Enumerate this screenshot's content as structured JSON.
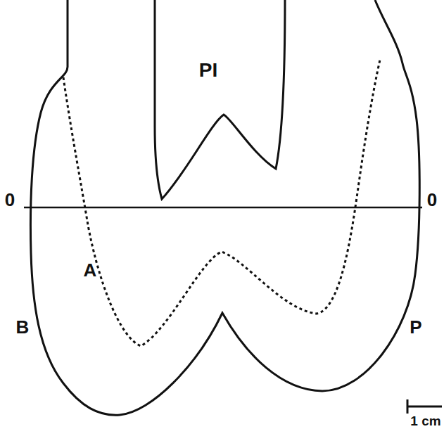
{
  "diagram": {
    "labels": [
      "PI",
      "0",
      "0",
      "A",
      "B",
      "P",
      "1 cm"
    ]
  }
}
